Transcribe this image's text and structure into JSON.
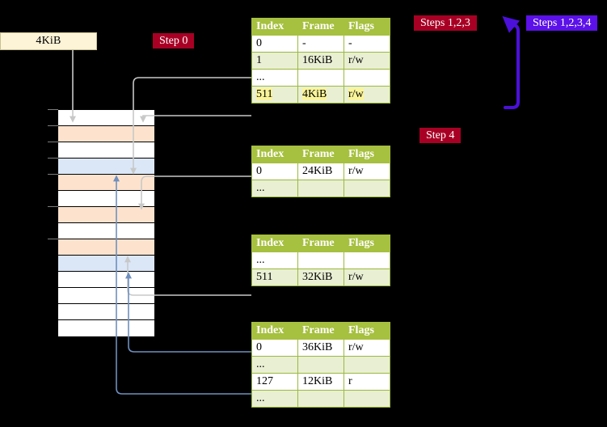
{
  "diagram": {
    "background_color": "#000000",
    "title_none": ""
  },
  "memory": {
    "size_box_label": "4KiB",
    "size_box_color": "#fdf3d7",
    "rows": [
      {
        "index": 0,
        "fill": "plain"
      },
      {
        "index": 1,
        "fill": "peach"
      },
      {
        "index": 2,
        "fill": "plain"
      },
      {
        "index": 3,
        "fill": "blue"
      },
      {
        "index": 4,
        "fill": "peach"
      },
      {
        "index": 5,
        "fill": "plain"
      },
      {
        "index": 6,
        "fill": "peach"
      },
      {
        "index": 7,
        "fill": "plain"
      },
      {
        "index": 8,
        "fill": "peach"
      },
      {
        "index": 9,
        "fill": "blue"
      },
      {
        "index": 10,
        "fill": "plain"
      },
      {
        "index": 11,
        "fill": "plain"
      },
      {
        "index": 12,
        "fill": "plain"
      },
      {
        "index": 13,
        "fill": "plain"
      }
    ],
    "tick_rows": [
      0,
      1,
      2,
      3,
      4,
      6,
      8
    ]
  },
  "tables": [
    {
      "id": "pml4",
      "columns": [
        "Index",
        "Frame",
        "Flags"
      ],
      "rows": [
        {
          "index": "0",
          "frame": "-",
          "flags": "-",
          "highlight": false
        },
        {
          "index": "1",
          "frame": "16KiB",
          "flags": "r/w",
          "highlight": false
        },
        {
          "index": "...",
          "frame": "",
          "flags": "",
          "highlight": false
        },
        {
          "index": "511",
          "frame": "4KiB",
          "flags": "r/w",
          "highlight": true
        }
      ]
    },
    {
      "id": "pdpt",
      "columns": [
        "Index",
        "Frame",
        "Flags"
      ],
      "rows": [
        {
          "index": "0",
          "frame": "24KiB",
          "flags": "r/w",
          "highlight": false
        },
        {
          "index": "...",
          "frame": "",
          "flags": "",
          "highlight": false
        }
      ]
    },
    {
      "id": "pd",
      "columns": [
        "Index",
        "Frame",
        "Flags"
      ],
      "rows": [
        {
          "index": "...",
          "frame": "",
          "flags": "",
          "highlight": false
        },
        {
          "index": "511",
          "frame": "32KiB",
          "flags": "r/w",
          "highlight": false
        }
      ]
    },
    {
      "id": "pt",
      "columns": [
        "Index",
        "Frame",
        "Flags"
      ],
      "rows": [
        {
          "index": "0",
          "frame": "36KiB",
          "flags": "r/w",
          "highlight": false
        },
        {
          "index": "...",
          "frame": "",
          "flags": "",
          "highlight": false
        },
        {
          "index": "127",
          "frame": "12KiB",
          "flags": "r",
          "highlight": false
        },
        {
          "index": "...",
          "frame": "",
          "flags": "",
          "highlight": false
        }
      ]
    }
  ],
  "badges": [
    {
      "id": "step0",
      "label": "Step 0",
      "color": "#a80024"
    },
    {
      "id": "steps123",
      "label": "Steps 1,2,3",
      "color": "#a80024"
    },
    {
      "id": "steps1234",
      "label": "Steps 1,2,3,4",
      "color": "#5b11e8"
    },
    {
      "id": "step4",
      "label": "Step 4",
      "color": "#a80024"
    }
  ],
  "connectors": {
    "down_arrow_color": "#c8c8c8",
    "up_arrow_color": "#6f8fbe",
    "bracket_color": "#4b10d9"
  }
}
